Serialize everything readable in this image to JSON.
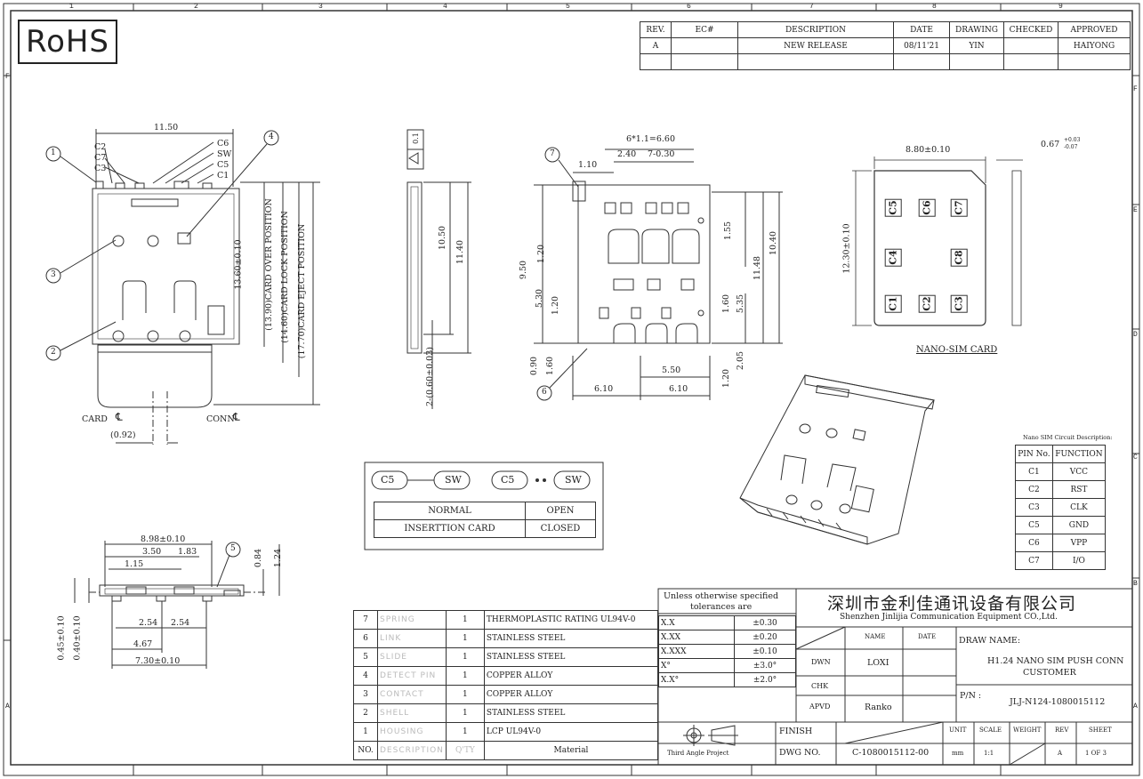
{
  "rohs": "RoHS",
  "zones": {
    "top": [
      "1",
      "2",
      "3",
      "4",
      "5",
      "6",
      "7",
      "8",
      "9"
    ],
    "side_left": [
      "F",
      "A"
    ],
    "side_right": [
      "F",
      "E",
      "D",
      "C",
      "B",
      "A"
    ]
  },
  "revision_table": {
    "headers": [
      "REV.",
      "EC#",
      "DESCRIPTION",
      "DATE",
      "DRAWING",
      "CHECKED",
      "APPROVED"
    ],
    "rows": [
      [
        "A",
        "",
        "NEW RELEASE",
        "08/11'21",
        "YIN",
        "",
        "HAIYONG"
      ]
    ]
  },
  "front_view": {
    "width_dim": "11.50",
    "contacts_left": [
      "C2",
      "C7",
      "C3"
    ],
    "contacts_right": [
      "C6",
      "SW",
      "C5",
      "C1"
    ],
    "dims_vertical": [
      "13.60±0.10",
      "(13.90)CARD OVER POSITION",
      "(14.60)CARD LOCK POSITION",
      "(17.70)CARD EJECT POSITION"
    ],
    "callouts": [
      "1",
      "2",
      "3",
      "4"
    ],
    "card_label": "CARD",
    "conn_label": "CONN",
    "cl_symbol": "℄",
    "offset_dim": "(0.92)"
  },
  "side_view": {
    "flat_tol": "0.1",
    "dims": [
      "10.50",
      "11.40",
      "2-(0.60±0.03)"
    ]
  },
  "pcb_layout": {
    "top_dims": [
      "6*1.1=6.60",
      "2.40",
      "7-0.30",
      "1.10"
    ],
    "left_dims": [
      "9.50",
      "1.20",
      "5.30",
      "1.20",
      "0.90",
      "1.60"
    ],
    "right_dims": [
      "1.55",
      "11.48",
      "10.40",
      "1.60",
      "5.35",
      "1.20",
      "2.05"
    ],
    "bottom_dims": [
      "5.50",
      "6.10",
      "6.10"
    ],
    "callouts": [
      "7",
      "6"
    ]
  },
  "nano_sim": {
    "width_dim": "8.80±0.10",
    "height_dim": "12.30±0.10",
    "thickness_dim": "0.67",
    "thickness_tol_upper": "+0.03",
    "thickness_tol_lower": "-0.07",
    "pads": [
      "C5",
      "C6",
      "C7",
      "C4",
      "C8",
      "C1",
      "C2",
      "C3"
    ],
    "label": "NANO-SIM CARD"
  },
  "switch_table": {
    "pair1": [
      "C5",
      "SW"
    ],
    "pair2": [
      "C5",
      "SW"
    ],
    "rows": [
      [
        "NORMAL",
        "OPEN"
      ],
      [
        "INSERTTION CARD",
        "CLOSED"
      ]
    ]
  },
  "pin_table": {
    "caption": "Nano SIM Circuit Description:",
    "headers": [
      "PIN No.",
      "FUNCTION"
    ],
    "rows": [
      [
        "C1",
        "VCC"
      ],
      [
        "C2",
        "RST"
      ],
      [
        "C3",
        "CLK"
      ],
      [
        "C5",
        "GND"
      ],
      [
        "C6",
        "VPP"
      ],
      [
        "C7",
        "I/O"
      ]
    ]
  },
  "bottom_view": {
    "dims": [
      "8.98±0.10",
      "3.50",
      "1.83",
      "1.15",
      "0.84",
      "1.24",
      "0.45±0.10",
      "0.40±0.10",
      "2.54",
      "2.54",
      "4.67",
      "7.30±0.10"
    ],
    "callout": "5"
  },
  "bom": {
    "rows": [
      [
        "7",
        "SPRING",
        "1",
        "THERMOPLASTIC RATING UL94V-0"
      ],
      [
        "6",
        "LINK",
        "1",
        "STAINLESS STEEL"
      ],
      [
        "5",
        "SLIDE",
        "1",
        "STAINLESS STEEL"
      ],
      [
        "4",
        "DETECT PIN",
        "1",
        "COPPER ALLOY"
      ],
      [
        "3",
        "CONTACT",
        "1",
        "COPPER ALLOY"
      ],
      [
        "2",
        "SHELL",
        "1",
        "STAINLESS STEEL"
      ],
      [
        "1",
        "HOUSING",
        "1",
        "LCP UL94V-0"
      ]
    ],
    "headers": [
      "NO.",
      "DESCRIPTION",
      "Q'TY",
      "Material"
    ]
  },
  "tolerance": {
    "title_line1": "Unless otherwise specified",
    "title_line2": "tolerances are",
    "rows": [
      [
        "X.X",
        "±0.30"
      ],
      [
        "X.XX",
        "±0.20"
      ],
      [
        "X.XXX",
        "±0.10"
      ],
      [
        "X°",
        "±3.0°"
      ],
      [
        "X.X°",
        "±2.0°"
      ]
    ]
  },
  "title_block": {
    "company_cn": "深圳市金利佳通讯设备有限公司",
    "company_en": "Shenzhen Jinlijia Communication Equipment CO.,Ltd.",
    "name_header": "NAME",
    "date_header": "DATE",
    "dwn": "DWN",
    "dwn_name": "LOXI",
    "chk": "CHK",
    "apvd": "APVD",
    "apvd_name": "Ranko",
    "draw_name_label": "DRAW NAME:",
    "draw_name": "H1.24 NANO SIM PUSH CONN",
    "customer": "CUSTOMER",
    "pn_label": "P/N :",
    "pn": "JLJ-N124-1080015112",
    "third_angle": "Third Angle Project",
    "finish": "FINISH",
    "dwg_no_label": "DWG NO.",
    "dwg_no": "C-1080015112-00",
    "unit_label": "UNIT",
    "unit": "mm",
    "scale_label": "SCALE",
    "scale": "1:1",
    "weight_label": "WEIGHT",
    "rev_label": "REV",
    "rev": "A",
    "sheet_label": "SHEET",
    "sheet": "1 OF 3"
  }
}
